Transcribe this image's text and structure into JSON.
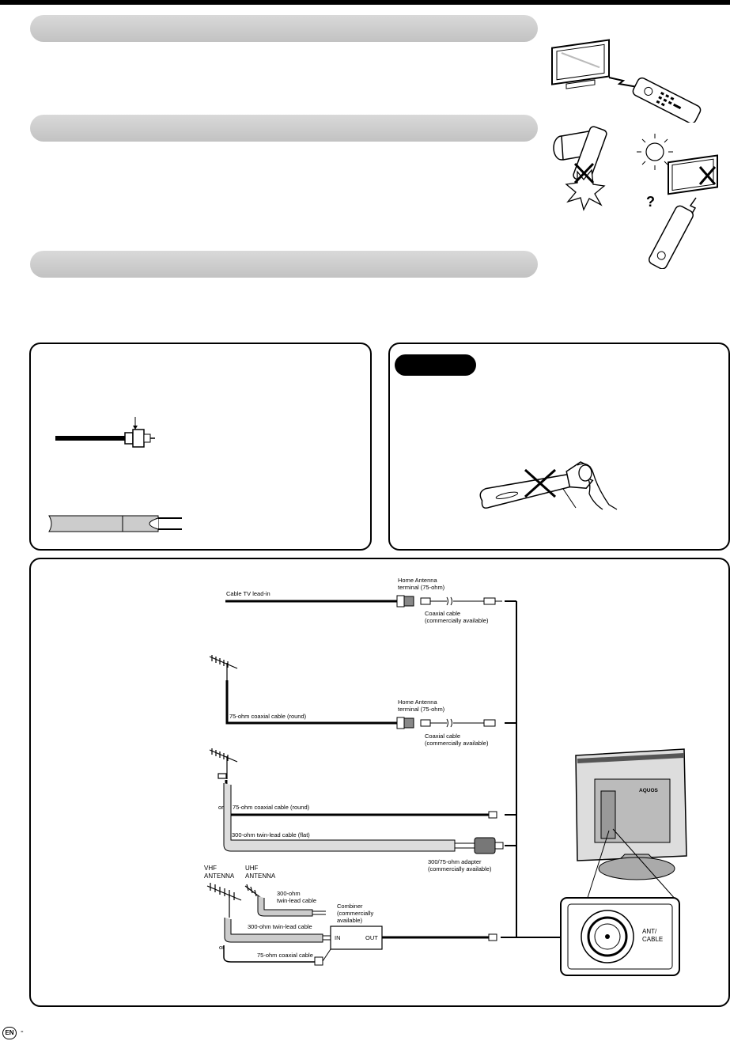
{
  "diagram": {
    "labels": {
      "cable_tv_lead_in": "Cable TV lead-in",
      "home_antenna_1": "Home Antenna\nterminal (75-ohm)",
      "coax_1": "Coaxial cable\n(commercially available)",
      "coax_round_1": "75-ohm coaxial cable (round)",
      "home_antenna_2": "Home Antenna\nterminal (75-ohm)",
      "coax_2": "Coaxial cable\n(commercially available)",
      "or_1": "or",
      "coax_round_2": "75-ohm coaxial cable (round)",
      "twin_flat": "300-ohm twin-lead cable (flat)",
      "adapter": "300/75-ohm adapter\n(commercially available)",
      "vhf": "VHF\nANTENNA",
      "uhf": "UHF\nANTENNA",
      "twin_300": "300-ohm\ntwin-lead cable",
      "combiner": "Combiner\n(commercially\navailable)",
      "twin_300_b": "300-ohm twin-lead cable",
      "in": "IN",
      "out": "OUT",
      "or_2": "or",
      "coax_75": "75-ohm coaxial cable",
      "ant_cable": "ANT/\nCABLE",
      "aquos": "AQUOS"
    }
  },
  "footer": {
    "lang_badge": "EN",
    "dash": "-"
  }
}
